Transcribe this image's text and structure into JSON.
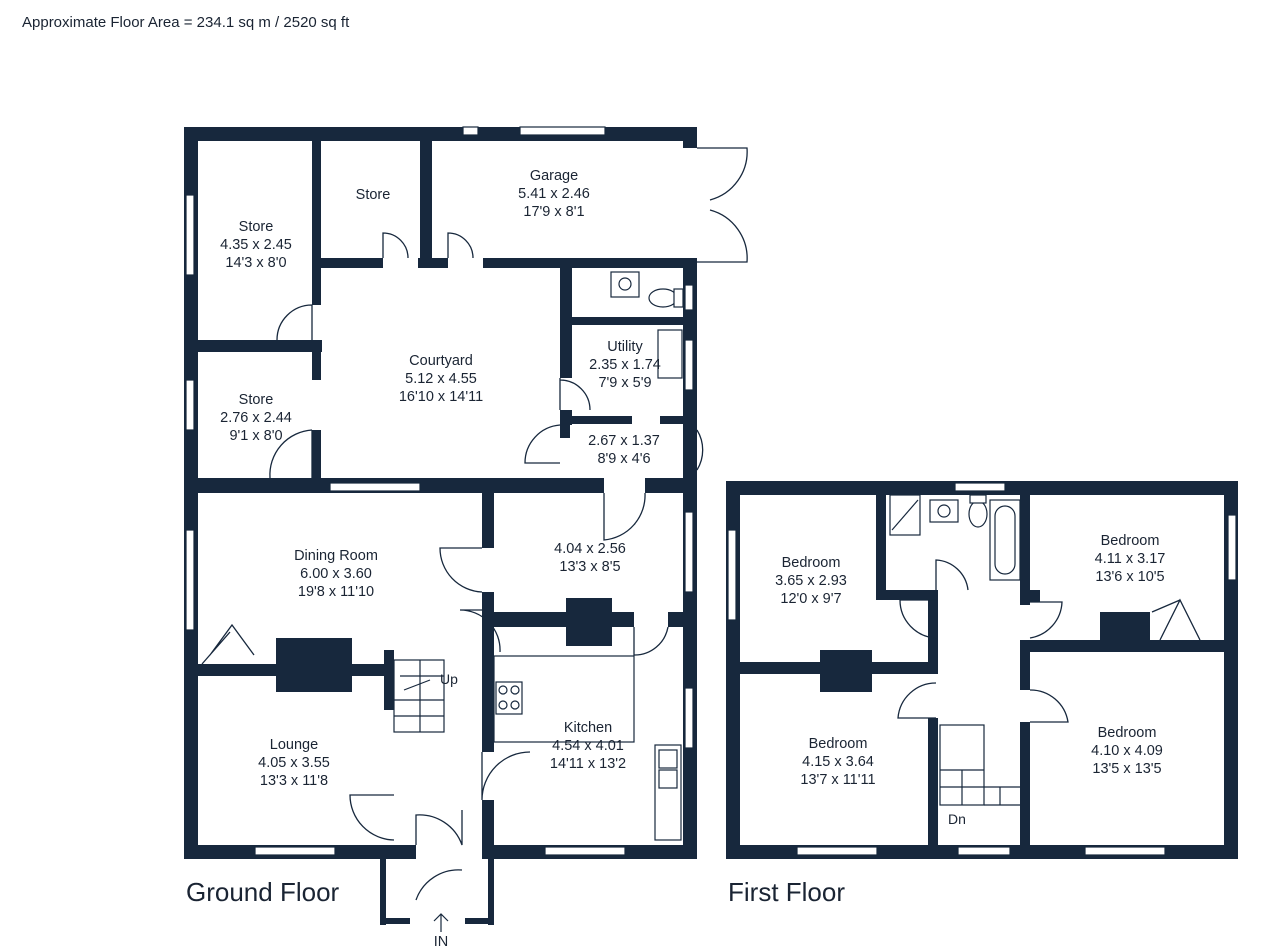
{
  "header": {
    "area_text": "Approximate Floor Area = 234.1 sq m / 2520 sq ft"
  },
  "floors": {
    "ground": "Ground Floor",
    "first": "First Floor"
  },
  "rooms": {
    "garage": {
      "name": "Garage",
      "metric": "5.41 x 2.46",
      "imperial": "17'9 x 8'1"
    },
    "store_top": {
      "name": "Store"
    },
    "store_left": {
      "name": "Store",
      "metric": "4.35 x 2.45",
      "imperial": "14'3 x 8'0"
    },
    "store_lower": {
      "name": "Store",
      "metric": "2.76 x 2.44",
      "imperial": "9'1 x 8'0"
    },
    "courtyard": {
      "name": "Courtyard",
      "metric": "5.12 x 4.55",
      "imperial": "16'10 x 14'11"
    },
    "utility": {
      "name": "Utility",
      "metric": "2.35 x 1.74",
      "imperial": "7'9 x 5'9"
    },
    "lobby": {
      "metric": "2.67 x 1.37",
      "imperial": "8'9 x 4'6"
    },
    "dining": {
      "name": "Dining Room",
      "metric": "6.00 x 3.60",
      "imperial": "19'8 x 11'10"
    },
    "sitting": {
      "metric": "4.04 x 2.56",
      "imperial": "13'3 x 8'5"
    },
    "kitchen": {
      "name": "Kitchen",
      "metric": "4.54 x 4.01",
      "imperial": "14'11 x 13'2"
    },
    "lounge": {
      "name": "Lounge",
      "metric": "4.05 x 3.55",
      "imperial": "13'3 x 11'8"
    },
    "bed1": {
      "name": "Bedroom",
      "metric": "3.65 x 2.93",
      "imperial": "12'0 x 9'7"
    },
    "bed2": {
      "name": "Bedroom",
      "metric": "4.11 x 3.17",
      "imperial": "13'6 x 10'5"
    },
    "bed3": {
      "name": "Bedroom",
      "metric": "4.15 x 3.64",
      "imperial": "13'7 x 11'11"
    },
    "bed4": {
      "name": "Bedroom",
      "metric": "4.10 x 4.09",
      "imperial": "13'5 x 13'5"
    }
  },
  "stairs": {
    "up": "Up",
    "down": "Dn"
  },
  "entrance": {
    "label": "IN",
    "arrow": "arrow-up-icon"
  },
  "colors": {
    "walls": "#17283d",
    "background": "#ffffff"
  }
}
